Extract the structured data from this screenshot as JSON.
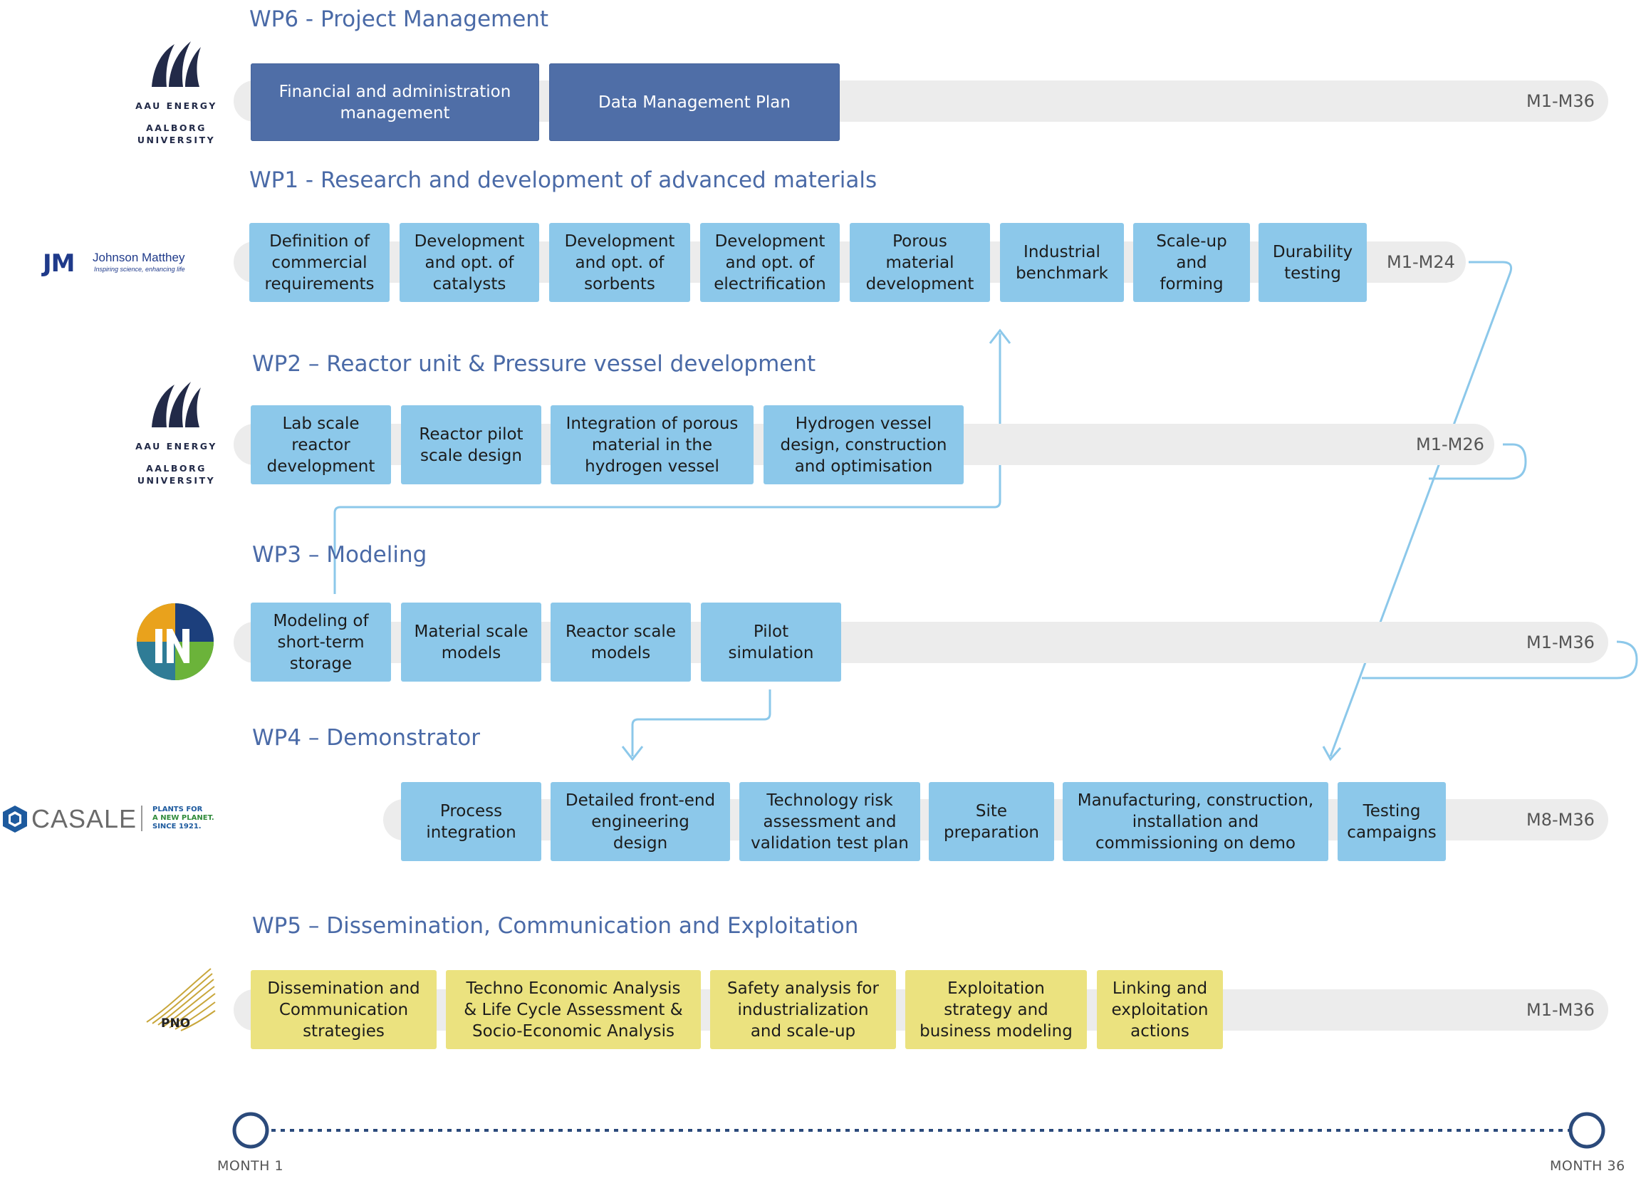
{
  "colors": {
    "pm_box": "#4f6ea7",
    "task_blue": "#8cc8ea",
    "task_yellow": "#ebe27f",
    "title_blue": "#4a6aa7",
    "bar_gray": "#ececec",
    "connector_blue": "#8cc8ea",
    "timeline_navy": "#2b4a7b"
  },
  "partners": {
    "aau_line1": "AAU ENERGY",
    "aau_line2": "AALBORG",
    "aau_line3": "UNIVERSITY",
    "jm_mark": "JM",
    "jm_name": "Johnson Matthey",
    "jm_tagline": "Inspiring science, enhancing life",
    "casale_name": "CASALE",
    "casale_tag1": "PLANTS FOR",
    "casale_tag2": "A NEW PLANET.",
    "casale_tag3": "SINCE 1921.",
    "pno_name": "PNO"
  },
  "wp6": {
    "title": "WP6 - Project Management",
    "period": "M1-M36",
    "tasks": [
      "Financial and administration\nmanagement",
      "Data Management Plan"
    ]
  },
  "wp1": {
    "title": "WP1 - Research and development of advanced materials",
    "period": "M1-M24",
    "tasks": [
      "Definition of\ncommercial\nrequirements",
      "Development\nand opt. of\ncatalysts",
      "Development\nand opt. of\nsorbents",
      "Development\nand opt. of\nelectrification",
      "Porous\nmaterial\ndevelopment",
      "Industrial\nbenchmark",
      "Scale-up\nand\nforming",
      "Durability\ntesting"
    ]
  },
  "wp2": {
    "title": "WP2 – Reactor unit & Pressure vessel development",
    "period": "M1-M26",
    "tasks": [
      "Lab scale\nreactor\ndevelopment",
      "Reactor pilot\nscale design",
      "Integration of porous\nmaterial in the\nhydrogen vessel",
      "Hydrogen vessel\ndesign, construction\nand optimisation"
    ]
  },
  "wp3": {
    "title": "WP3 – Modeling",
    "period": "M1-M36",
    "tasks": [
      "Modeling of\nshort-term\nstorage",
      "Material scale\nmodels",
      "Reactor scale\nmodels",
      "Pilot\nsimulation"
    ]
  },
  "wp4": {
    "title": "WP4 – Demonstrator",
    "period": "M8-M36",
    "tasks": [
      "Process\nintegration",
      "Detailed front-end\nengineering\ndesign",
      "Technology risk\nassessment and\nvalidation test plan",
      "Site\npreparation",
      "Manufacturing, construction,\ninstallation and\ncommissioning on demo",
      "Testing\ncampaigns"
    ]
  },
  "wp5": {
    "title": "WP5 – Dissemination, Communication and Exploitation",
    "period": "M1-M36",
    "tasks": [
      "Dissemination and\nCommunication\nstrategies",
      "Techno Economic Analysis\n& Life Cycle Assessment &\nSocio-Economic Analysis",
      "Safety analysis for\nindustrialization\nand scale-up",
      "Exploitation\nstrategy and\nbusiness modeling",
      "Linking and\nexploitation\nactions"
    ]
  },
  "timeline": {
    "start_label": "MONTH 1",
    "end_label": "MONTH 36"
  }
}
